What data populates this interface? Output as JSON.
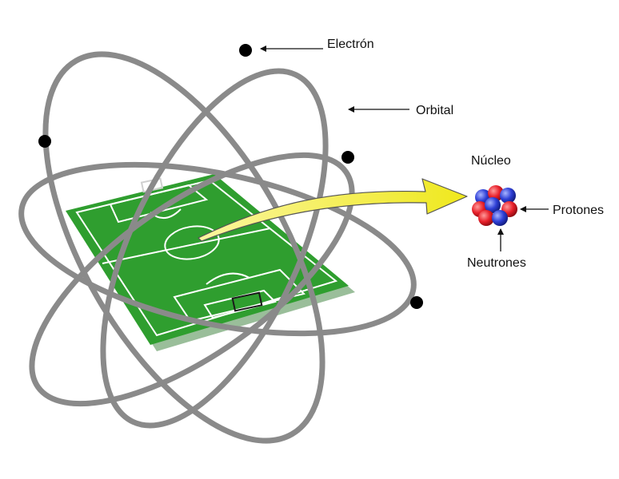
{
  "labels": {
    "electron": "Electrón",
    "orbital": "Orbital",
    "nucleus": "Núcleo",
    "protons": "Protones",
    "neutrons": "Neutrones"
  },
  "colors": {
    "orbit": "#8a8a8a",
    "electron": "#000000",
    "field_green": "#2f9e2f",
    "field_lines": "#ffffff",
    "arrow_yellow": "#f2ee2a",
    "proton": "#e8202a",
    "neutron": "#2e3fd6"
  }
}
